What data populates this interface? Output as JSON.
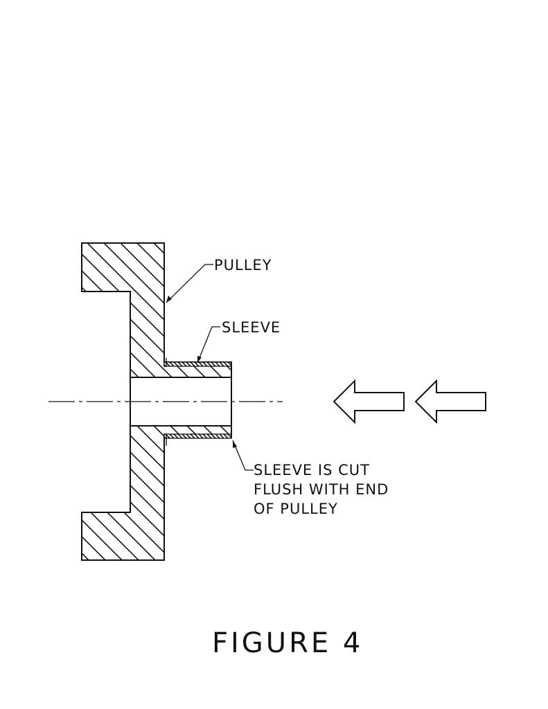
{
  "labels": {
    "pulley": "PULLEY",
    "sleeve": "SLEEVE",
    "note_line1": "SLEEVE IS CUT",
    "note_line2": "FLUSH WITH END",
    "note_line3": "OF PULLEY"
  },
  "caption": "FIGURE 4",
  "colors": {
    "ink": "#111111",
    "paper": "#ffffff"
  }
}
